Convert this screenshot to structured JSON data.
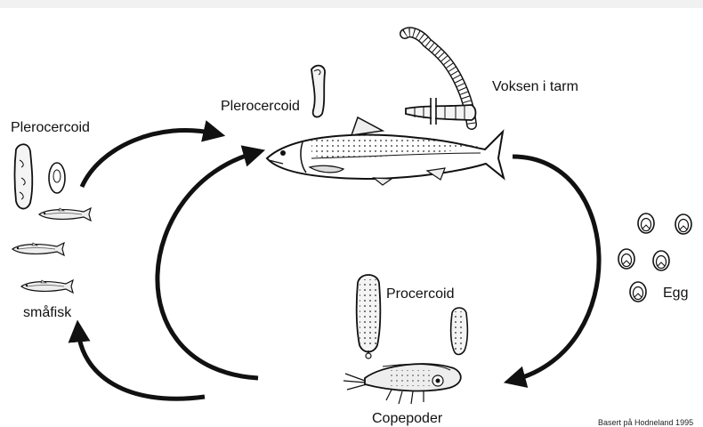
{
  "labels": {
    "plerocercoid_fish": "Plerocercoid",
    "adult": "Voksen i tarm",
    "plerocercoid_left": "Plerocercoid",
    "small_fish": "småfisk",
    "procercoid": "Procercoid",
    "egg": "Egg",
    "copepods": "Copepoder"
  },
  "credit": "Basert på Hodneland 1995",
  "colors": {
    "ink": "#111111",
    "background": "#ffffff"
  },
  "icons": [
    "salmon-icon",
    "tapeworm-icon",
    "larva-icon",
    "egg-icon",
    "small-fish-icon",
    "copepod-icon",
    "cycle-arrow"
  ]
}
